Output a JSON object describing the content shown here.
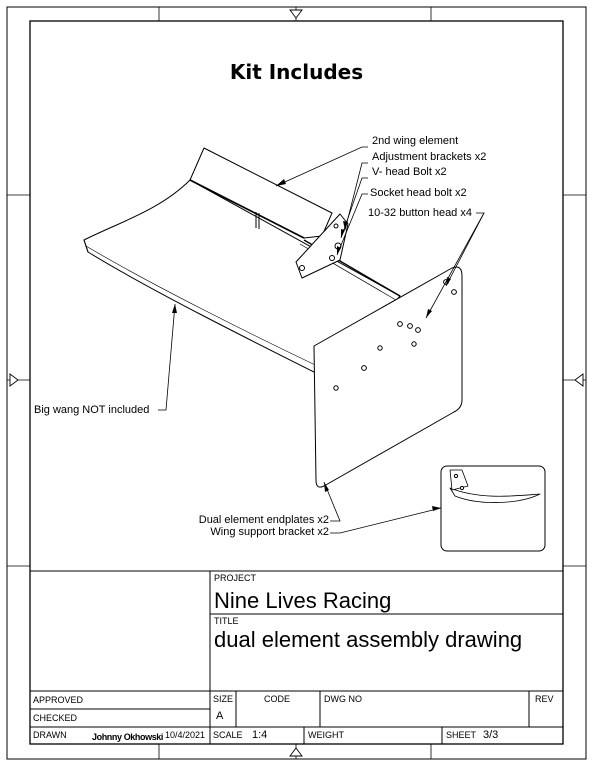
{
  "drawing": {
    "title": "Kit Includes",
    "callouts": {
      "second_wing": "2nd wing element",
      "adj_brackets": "Adjustment brackets x2",
      "vhead_bolt": "V- head Bolt x2",
      "socket_bolt": "Socket head bolt x2",
      "button_head": "10-32 button head x4",
      "big_wang": "Big wang NOT included",
      "endplates": "Dual element endplates x2",
      "support_bracket": "Wing support bracket x2"
    }
  },
  "title_block": {
    "project_label": "PROJECT",
    "project": "Nine Lives Racing",
    "title_label": "TITLE",
    "title": "dual element assembly drawing",
    "approved_label": "APPROVED",
    "checked_label": "CHECKED",
    "drawn_label": "DRAWN",
    "drawn_by": "Johnny Okhowski",
    "drawn_date": "10/4/2021",
    "size_label": "SIZE",
    "size": "A",
    "code_label": "CODE",
    "dwg_label": "DWG NO",
    "rev_label": "REV",
    "scale_label": "SCALE",
    "scale": "1:4",
    "weight_label": "WEIGHT",
    "sheet_label": "SHEET",
    "sheet": "3/3"
  }
}
